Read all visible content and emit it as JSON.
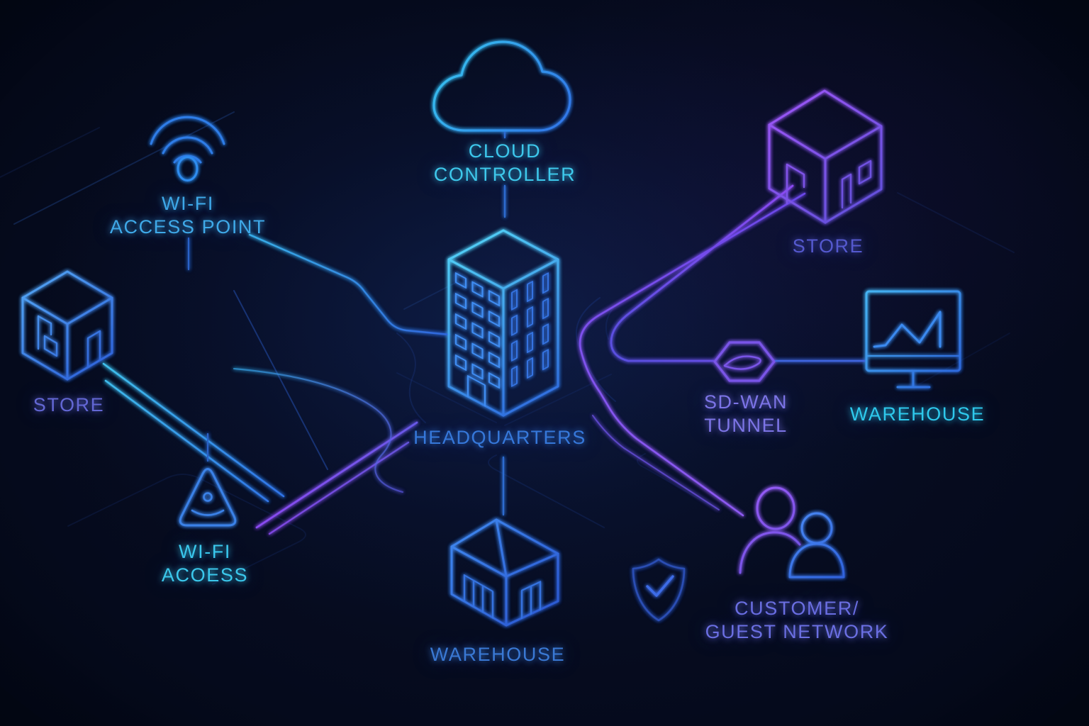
{
  "diagram": {
    "title": "SD-WAN retail network topology",
    "nodes": {
      "cloud_controller": {
        "label": "CLOUD\nCONTROLLER",
        "icon": "cloud-icon",
        "color": "#3ec9ec"
      },
      "wifi_access_point": {
        "label": "WI-FI\nACCESS POINT",
        "icon": "wifi-signal-icon",
        "color": "#3fa9e8"
      },
      "store_top_right": {
        "label": "STORE",
        "icon": "store-building-icon",
        "color": "#5559ce"
      },
      "warehouse_right": {
        "label": "WAREHOUSE",
        "icon": "monitor-chart-icon",
        "color": "#2ec9ec"
      },
      "sdwan_tunnel": {
        "label": "SD-WAN\nTUNNEL",
        "icon": "tunnel-hexagon-icon",
        "color": "#7d75e6"
      },
      "headquarters": {
        "label": "HEADQUARTERS",
        "icon": "office-building-icon",
        "color": "#3678da"
      },
      "store_left": {
        "label": "STORE",
        "icon": "store-building-icon",
        "color": "#6367d4"
      },
      "wifi_access": {
        "label": "WI-FI\nACOESS",
        "icon": "access-triangle-icon",
        "color": "#3bc8ec"
      },
      "warehouse_bottom": {
        "label": "WAREHOUSE",
        "icon": "warehouse-house-icon",
        "color": "#3a79d4"
      },
      "customer_guest_network": {
        "label": "CUSTOMER/\nGUEST NETWORK",
        "icon": "users-icon",
        "color": "#6b6fe2"
      },
      "security_shield": {
        "label": "",
        "icon": "shield-check-icon",
        "color": "#2b50b8"
      }
    },
    "connections": [
      {
        "from": "cloud_controller",
        "to": "headquarters"
      },
      {
        "from": "wifi_access_point",
        "to": "headquarters"
      },
      {
        "from": "store_left",
        "to": "wifi_access"
      },
      {
        "from": "wifi_access",
        "to": "headquarters"
      },
      {
        "from": "headquarters",
        "to": "warehouse_bottom"
      },
      {
        "from": "store_top_right",
        "to": "sdwan_tunnel"
      },
      {
        "from": "sdwan_tunnel",
        "to": "warehouse_right"
      },
      {
        "from": "store_top_right",
        "to": "customer_guest_network"
      }
    ],
    "palette": {
      "background": "#04081a",
      "cyan": "#3fc8ee",
      "blue": "#2f6ce0",
      "purple": "#8a55f0",
      "violet": "#5b5fd8"
    }
  }
}
